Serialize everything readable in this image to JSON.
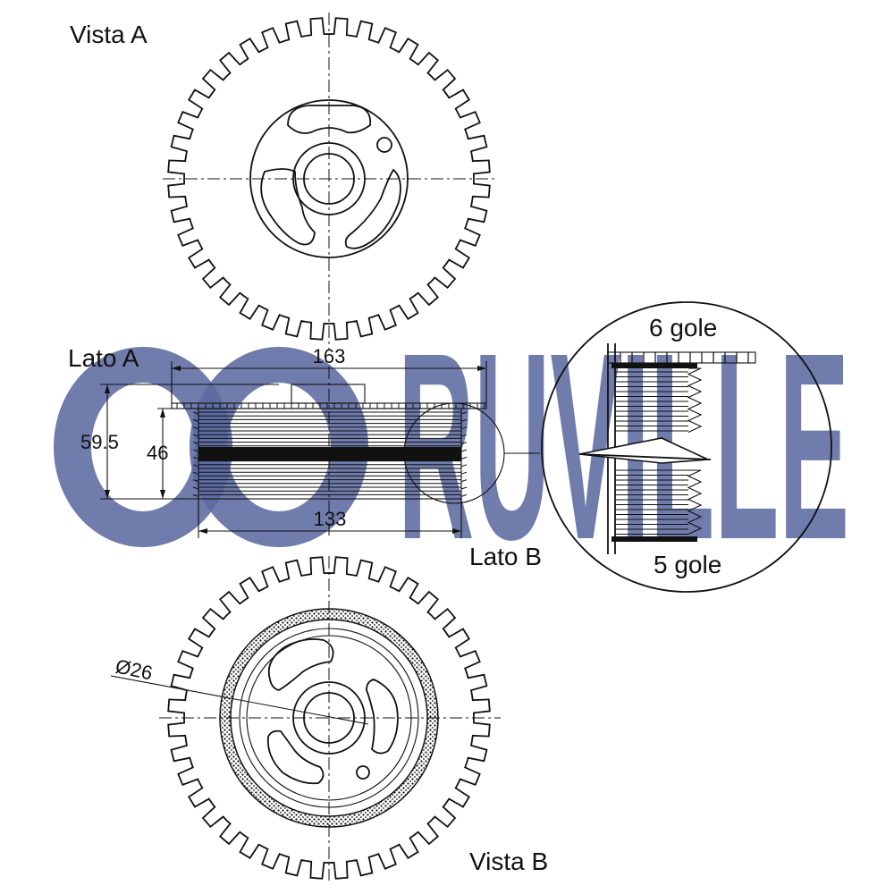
{
  "brand": {
    "logo_text": "RUVILLE",
    "color": "#5b6aa0"
  },
  "views": {
    "view_a": "Vista A",
    "view_b": "Vista B",
    "side_a": "Lato A",
    "side_b": "Lato B"
  },
  "dimensions": {
    "overall_width": "163",
    "pulley_width": "133",
    "overall_height": "59.5",
    "pulley_height": "46",
    "bore_diameter": "Ø26"
  },
  "detail": {
    "top_grooves": "6 gole",
    "bottom_grooves": "5 gole"
  },
  "colors": {
    "line": "#111111",
    "watermark": "#5b6aa0"
  }
}
